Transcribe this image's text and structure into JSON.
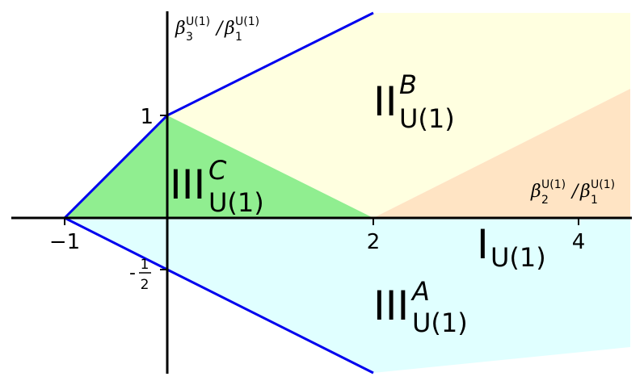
{
  "axes": {
    "x_label": {
      "base": "β",
      "sub": "2",
      "sup": "U(1)",
      "slash": "/",
      "base2": "β",
      "sub2": "1",
      "sup2": "U(1)"
    },
    "y_label": {
      "base": "β",
      "sub": "3",
      "sup": "U(1)",
      "slash": "/",
      "base2": "β",
      "sub2": "1",
      "sup2": "U(1)"
    },
    "x_ticks": [
      "−1",
      "2",
      "4"
    ],
    "y_ticks": [
      "1",
      "-"
    ],
    "y_tick_half": {
      "num": "1",
      "den": "2"
    }
  },
  "regions": {
    "I": {
      "main": "I",
      "sub": "U(1)",
      "sup": ""
    },
    "IIB": {
      "main": "II",
      "sub": "U(1)",
      "sup": "B"
    },
    "IIIC": {
      "main": "III",
      "sub": "U(1)",
      "sup": "C"
    },
    "IIIA": {
      "main": "III",
      "sub": "U(1)",
      "sup": "A"
    }
  },
  "colors": {
    "IIB": "#ffffe0",
    "I": "#ffe4c4",
    "IIIC": "#90ee90",
    "IIIA": "#e0ffff",
    "boundary": "#0000ee",
    "axis": "#000000"
  }
}
